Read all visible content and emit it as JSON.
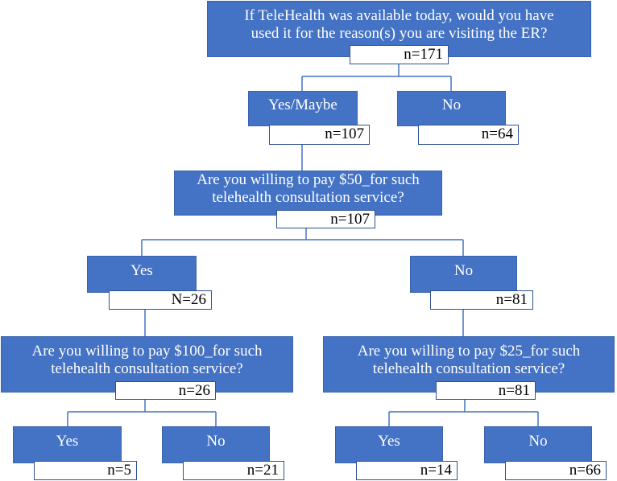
{
  "q1": {
    "line1": "If TeleHealth was available today, would you have",
    "line2": "used it for the reason(s) you are visiting the ER?",
    "n": "n=171"
  },
  "q1_yes": {
    "label": "Yes/Maybe",
    "n": "n=107"
  },
  "q1_no": {
    "label": "No",
    "n": "n=64"
  },
  "q2": {
    "line1": "Are you willing to pay $50_for such",
    "line2": "telehealth consultation service?",
    "n": "n=107"
  },
  "q2_yes": {
    "label": "Yes",
    "n": "N=26"
  },
  "q2_no": {
    "label": "No",
    "n": "n=81"
  },
  "q3a": {
    "line1": "Are you willing to pay $100_for such",
    "line2": "telehealth consultation service?",
    "n": "n=26"
  },
  "q3a_yes": {
    "label": "Yes",
    "n": "n=5"
  },
  "q3a_no": {
    "label": "No",
    "n": "n=21"
  },
  "q3b": {
    "line1": "Are you willing to pay $25_for such",
    "line2": "telehealth consultation service?",
    "n": "n=81"
  },
  "q3b_yes": {
    "label": "Yes",
    "n": "n=14"
  },
  "q3b_no": {
    "label": "No",
    "n": "n=66"
  },
  "colors": {
    "box_fill": "#4472c4",
    "box_text": "#ffffff",
    "count_border": "#2f528f"
  }
}
